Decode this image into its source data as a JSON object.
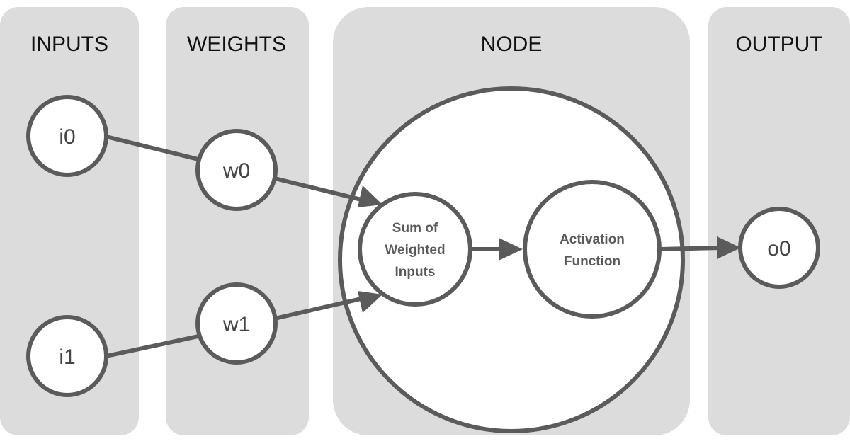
{
  "columns": {
    "inputs": "INPUTS",
    "weights": "WEIGHTS",
    "node": "NODE",
    "output": "OUTPUT"
  },
  "nodes": {
    "i0": "i0",
    "i1": "i1",
    "w0": "w0",
    "w1": "w1",
    "sum": [
      "Sum of",
      "Weighted",
      "Inputs"
    ],
    "activation": [
      "Activation",
      "Function"
    ],
    "o0": "o0"
  },
  "colors": {
    "panel": "#dcdcdc",
    "stroke": "#5b5b5b",
    "text": "#111111"
  }
}
